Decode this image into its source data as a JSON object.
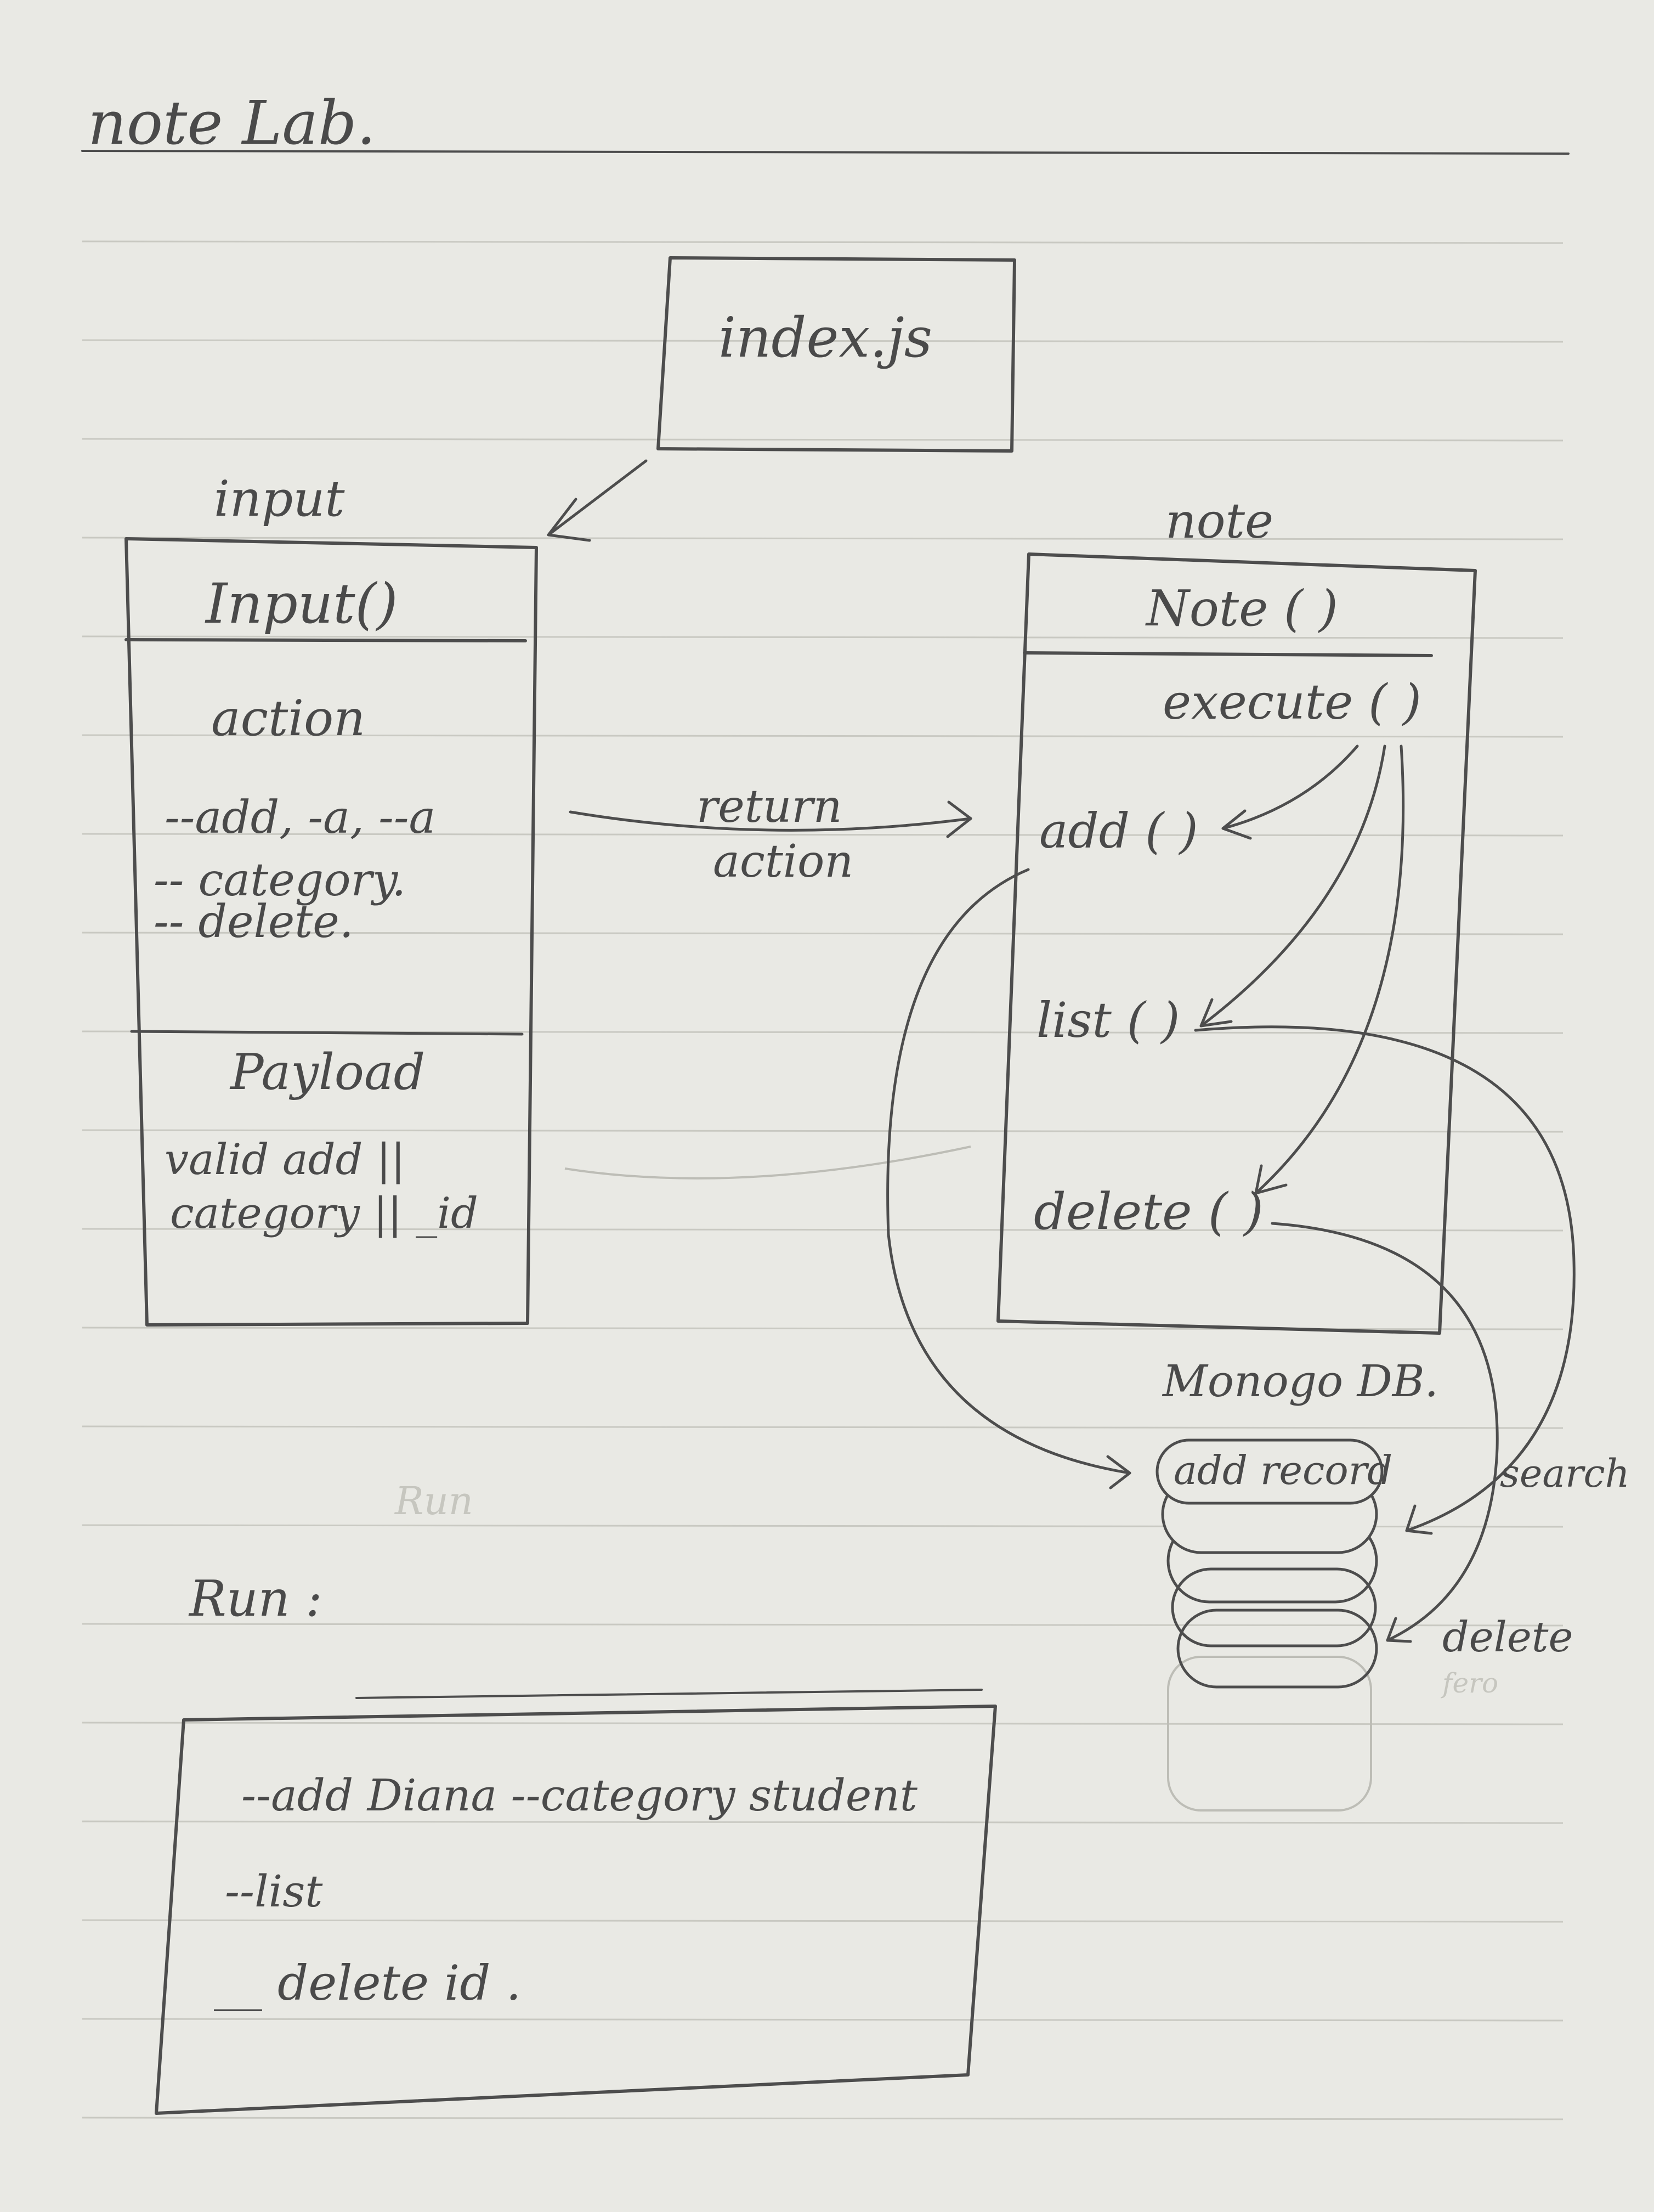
{
  "page": {
    "title": "note Lab."
  },
  "entry": {
    "label": "index.js"
  },
  "input_module": {
    "name": "input",
    "constructor": "Input()",
    "section_action": "action",
    "flags": [
      "--add, -a, --a",
      "-- category.",
      "-- delete."
    ],
    "section_payload": "Payload",
    "payload_lines": [
      "valid add ||",
      "category || _id"
    ]
  },
  "flow": {
    "return_line1": "return",
    "return_line2": "action"
  },
  "note_module": {
    "name": "note",
    "constructor": "Note ( )",
    "execute": "execute ( )",
    "methods": [
      "add ( )",
      "list ( )",
      "delete ( )"
    ]
  },
  "database": {
    "name": "Monogo DB.",
    "top_record": "add record",
    "search_label": "search",
    "delete_label": "delete"
  },
  "run": {
    "heading": "Run :",
    "commands": [
      "--add Diana --category student",
      "--list",
      "__ delete   id ."
    ]
  }
}
